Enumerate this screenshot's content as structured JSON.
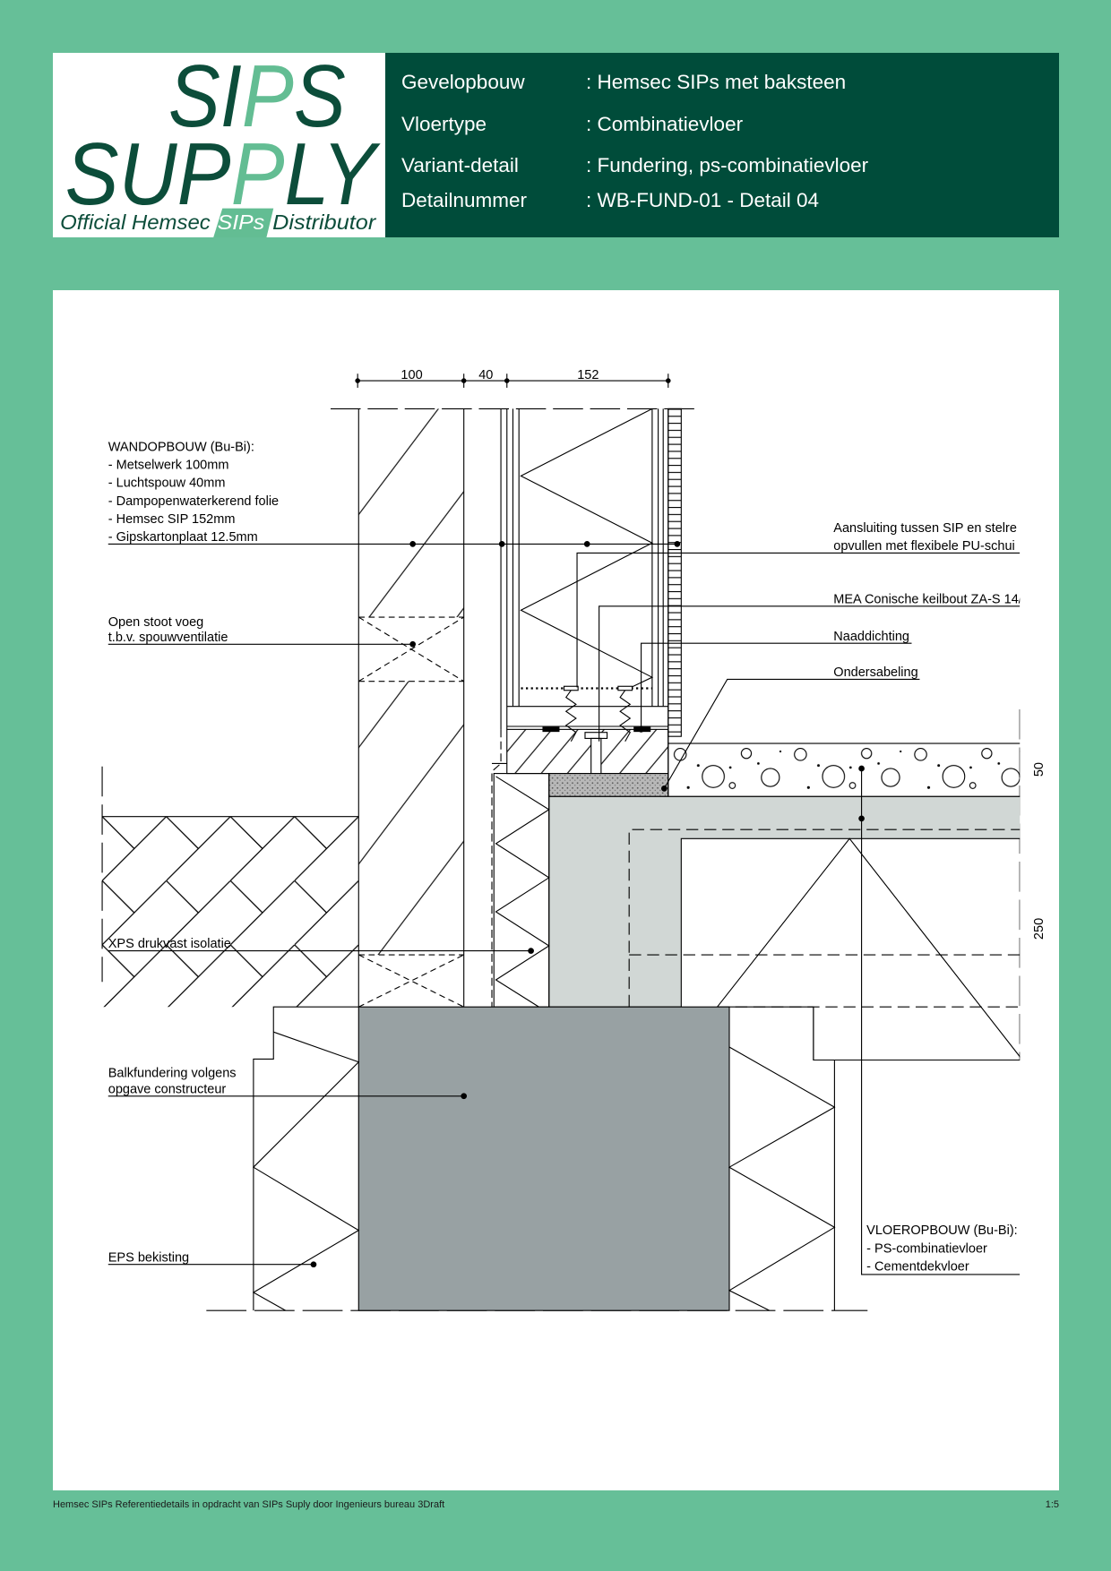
{
  "colors": {
    "page_background": "#66bf98",
    "header_background": "#004c3a",
    "logo_dark": "#0c4d3a",
    "logo_accent": "#63bd93",
    "foundation_fill": "#98a1a3",
    "floor_slab_fill": "#d1d7d5",
    "underlayment_fill": "#b8b8b8"
  },
  "logo": {
    "line1": {
      "a": "SI",
      "b": "P",
      "c": "S"
    },
    "line2": {
      "a": "SUP",
      "b": "P",
      "c": "LY"
    },
    "tagline": {
      "a": "Official Hemsec",
      "b": "SIPs",
      "c": "Distributor"
    }
  },
  "header": {
    "rows": [
      {
        "label": "Gevelopbouw",
        "value": ": Hemsec SIPs met baksteen"
      },
      {
        "label": "Vloertype",
        "value": ": Combinatievloer"
      },
      {
        "label": "Variant-detail",
        "value": ": Fundering, ps-combinatievloer"
      },
      {
        "label": "Detailnummer",
        "value": ": WB-FUND-01 - Detail 04"
      }
    ]
  },
  "drawing": {
    "dimensions": {
      "brick": "100",
      "cavity": "40",
      "sip": "152",
      "screed": "50",
      "slab": "250"
    },
    "wall_build_up": {
      "title": "WANDOPBOUW (Bu-Bi):",
      "layers": [
        "- Metselwerk 100mm",
        "- Luchtspouw 40mm",
        "- Dampopenwaterkerend folie",
        "- Hemsec SIP 152mm",
        "- Gipskartonplaat 12.5mm"
      ]
    },
    "open_joint": [
      "Open stoot voeg",
      "t.b.v. spouwventilatie"
    ],
    "xps": "XPS drukvast isolatie",
    "foundation": [
      "Balkfundering volgens",
      "opgave constructeur"
    ],
    "eps": "EPS bekisting",
    "sip_connection": [
      "Aansluiting tussen SIP en stelre",
      "opvullen met flexibele PU-schui"
    ],
    "anchor_bolt": "MEA Conische keilbout ZA-S 14/",
    "seal": "Naaddichting",
    "underlayment": "Ondersabeling",
    "floor_build_up": {
      "title": "VLOEROPBOUW (Bu-Bi):",
      "layers": [
        "- PS-combinatievloer",
        "- Cementdekvloer"
      ]
    }
  },
  "footer": {
    "credit": "Hemsec SIPs Referentiedetails in opdracht van SIPs Suply door Ingenieurs bureau 3Draft",
    "scale": "1:5"
  }
}
